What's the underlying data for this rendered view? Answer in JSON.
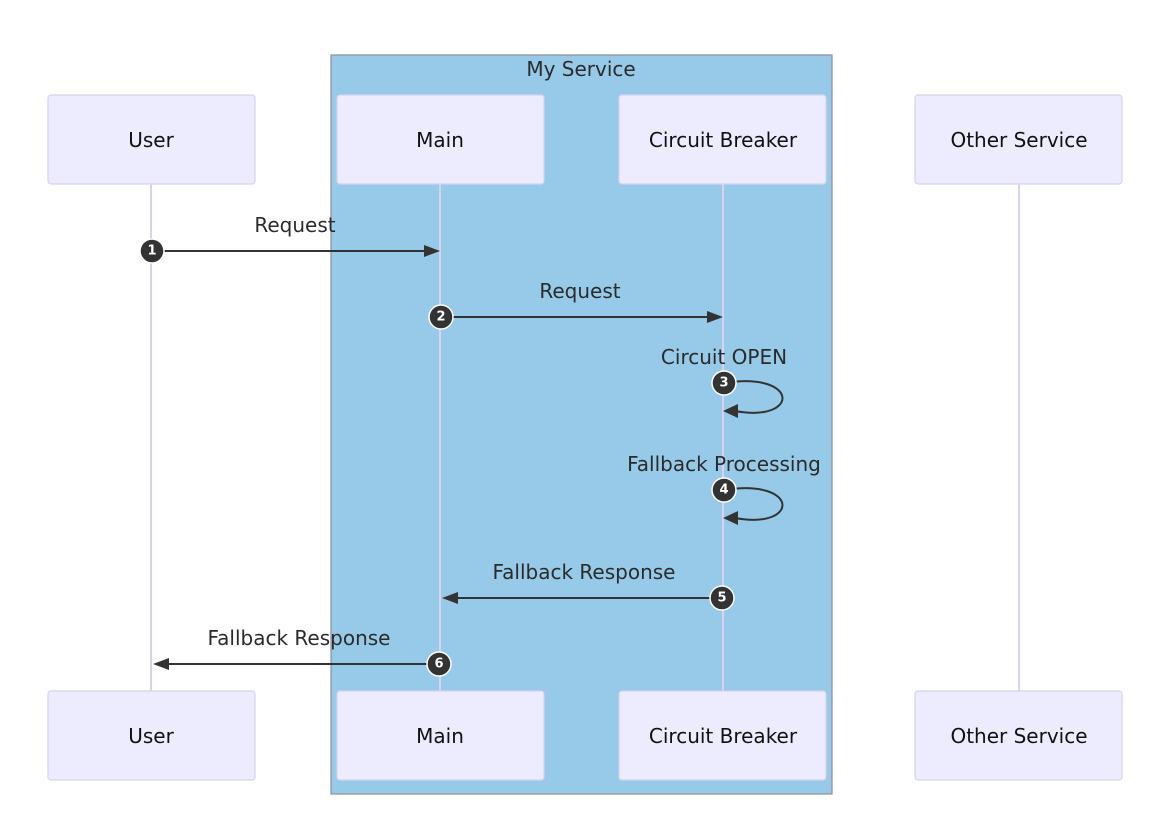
{
  "group": {
    "label": "My Service",
    "color": "#96cae8"
  },
  "participants": [
    {
      "id": "user",
      "label": "User"
    },
    {
      "id": "main",
      "label": "Main"
    },
    {
      "id": "cb",
      "label": "Circuit Breaker"
    },
    {
      "id": "other",
      "label": "Other Service"
    }
  ],
  "messages": [
    {
      "step": "1",
      "from": "user",
      "to": "main",
      "label": "Request"
    },
    {
      "step": "2",
      "from": "main",
      "to": "cb",
      "label": "Request"
    },
    {
      "step": "3",
      "from": "cb",
      "to": "cb",
      "label": "Circuit OPEN"
    },
    {
      "step": "4",
      "from": "cb",
      "to": "cb",
      "label": "Fallback Processing"
    },
    {
      "step": "5",
      "from": "cb",
      "to": "main",
      "label": "Fallback Response"
    },
    {
      "step": "6",
      "from": "main",
      "to": "user",
      "label": "Fallback Response"
    }
  ],
  "colors": {
    "actor_fill": "#ececfe",
    "lifeline": "#d8d2ee",
    "arrow": "#333333"
  }
}
